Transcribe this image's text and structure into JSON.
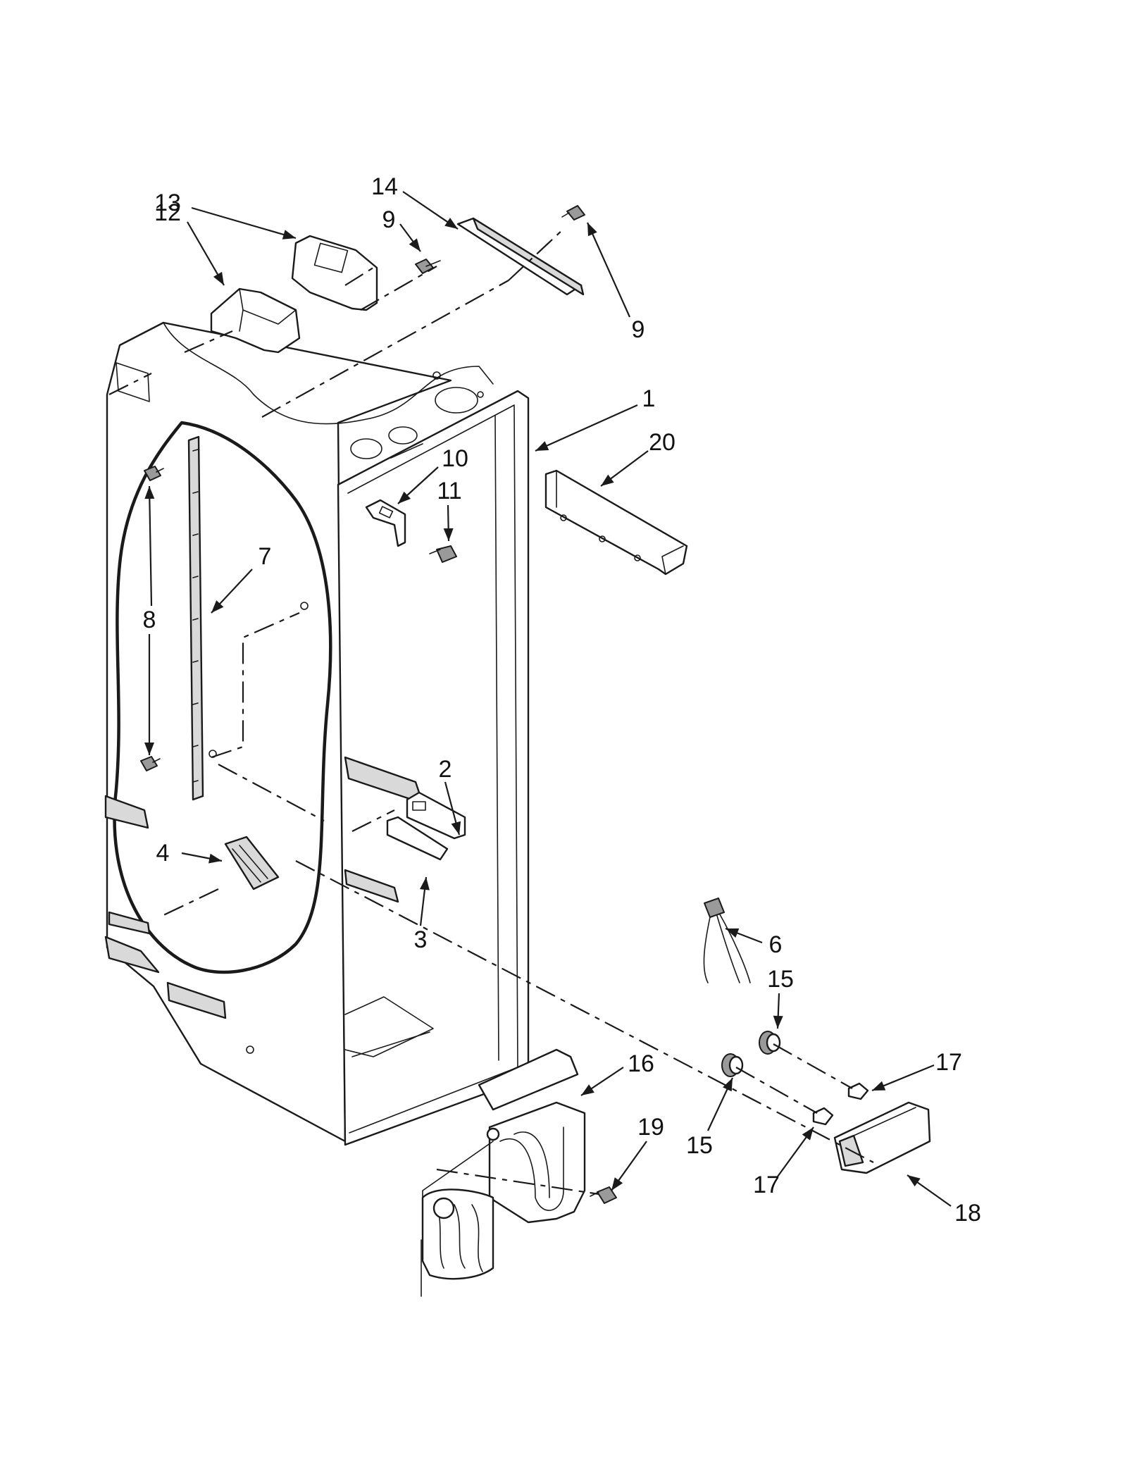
{
  "callouts": [
    {
      "id": "1",
      "label": "1"
    },
    {
      "id": "2",
      "label": "2"
    },
    {
      "id": "3",
      "label": "3"
    },
    {
      "id": "4",
      "label": "4"
    },
    {
      "id": "6",
      "label": "6"
    },
    {
      "id": "7",
      "label": "7"
    },
    {
      "id": "8",
      "label": "8"
    },
    {
      "id": "9a",
      "label": "9"
    },
    {
      "id": "9b",
      "label": "9"
    },
    {
      "id": "10",
      "label": "10"
    },
    {
      "id": "11",
      "label": "11"
    },
    {
      "id": "12",
      "label": "12"
    },
    {
      "id": "13",
      "label": "13"
    },
    {
      "id": "14",
      "label": "14"
    },
    {
      "id": "15a",
      "label": "15"
    },
    {
      "id": "15b",
      "label": "15"
    },
    {
      "id": "16",
      "label": "16"
    },
    {
      "id": "17a",
      "label": "17"
    },
    {
      "id": "17b",
      "label": "17"
    },
    {
      "id": "18",
      "label": "18"
    },
    {
      "id": "19",
      "label": "19"
    },
    {
      "id": "20",
      "label": "20"
    }
  ]
}
